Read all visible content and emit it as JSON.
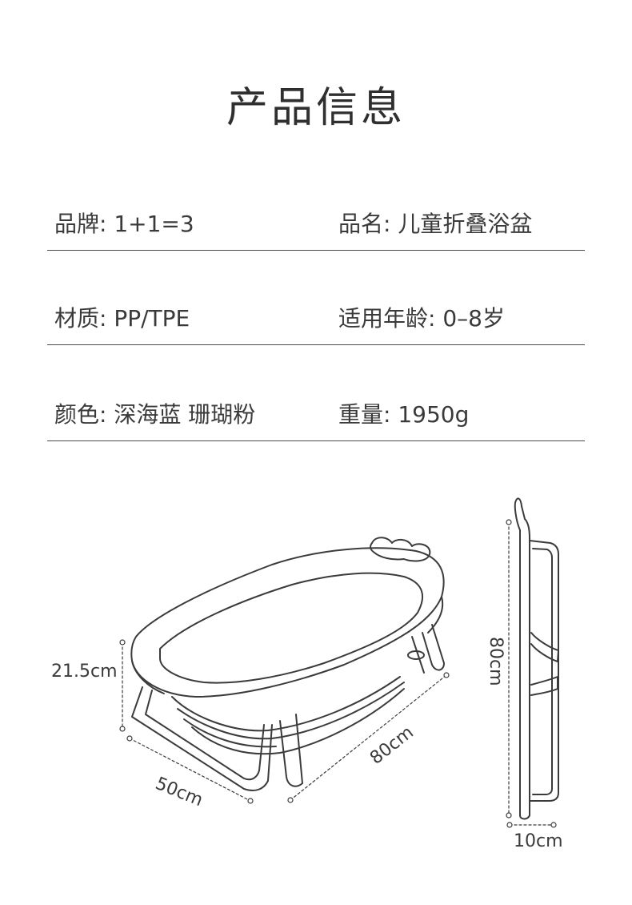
{
  "title": "产品信息",
  "rows": [
    {
      "left": "品牌: 1+1=3",
      "right": "品名: 儿童折叠浴盆"
    },
    {
      "left": "材质: PP/TPE",
      "right": "适用年龄: 0–8岁"
    },
    {
      "left": "颜色: 深海蓝 珊瑚粉",
      "right": "重量: 1950g"
    }
  ],
  "dimensions": {
    "height": "21.5cm",
    "width": "50cm",
    "length": "80cm",
    "folded_height": "80cm",
    "folded_depth": "10cm"
  },
  "colors": {
    "text": "#3a3a3a",
    "line": "#4a4a4a",
    "drawing": "#3b3b3b"
  }
}
